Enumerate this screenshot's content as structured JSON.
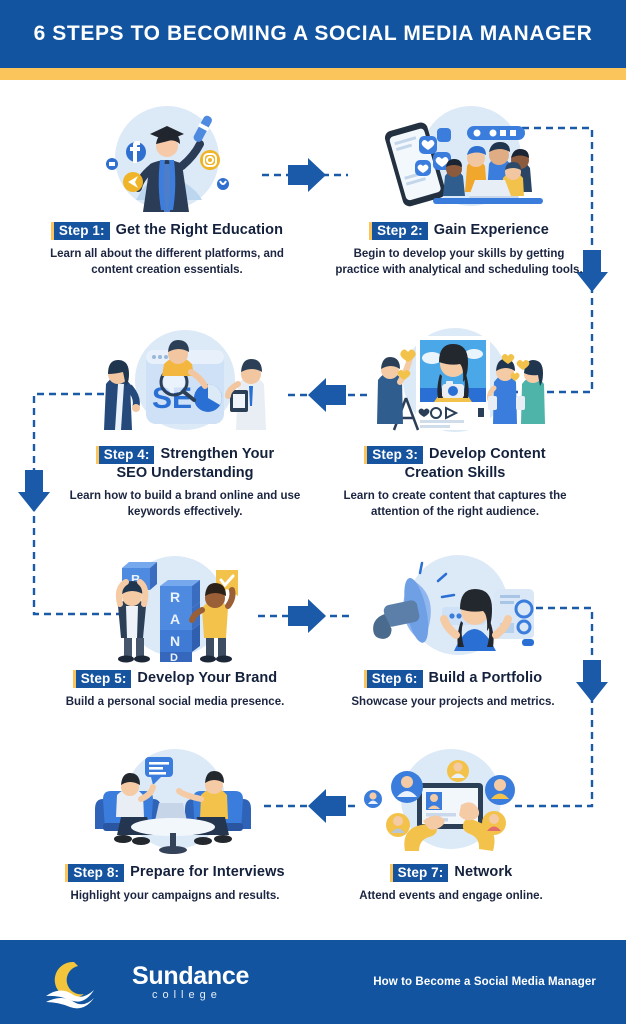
{
  "header": {
    "title": "6 STEPS TO BECOMING A SOCIAL MEDIA MANAGER",
    "bg_color": "#12549f",
    "accent_color": "#fbc55b"
  },
  "steps": [
    {
      "badge": "Step 1:",
      "title": "Get the Right Education",
      "title_line2": "",
      "desc": "Learn all about the different platforms, and content creation essentials.",
      "illustration": "graduate-with-diploma-and-social-icons"
    },
    {
      "badge": "Step 2:",
      "title": "Gain Experience",
      "title_line2": "",
      "desc": "Begin to develop your skills by getting practice with analytical and scheduling tools.",
      "illustration": "phone-with-likes-and-team-at-laptop"
    },
    {
      "badge": "Step 3:",
      "title": "Develop Content",
      "title_line2": "Creation Skills",
      "desc": "Learn to create content that captures the attention of the right audience.",
      "illustration": "social-post-frame-woman-with-camera"
    },
    {
      "badge": "Step 4:",
      "title": "Strengthen Your",
      "title_line2": "SEO Understanding",
      "desc": "Learn how to build a brand online and use keywords effectively.",
      "illustration": "seo-browser-magnifier-with-people"
    },
    {
      "badge": "Step 5:",
      "title": "Develop Your Brand",
      "title_line2": "",
      "desc": "Build a personal social media presence.",
      "illustration": "people-stacking-brand-blocks"
    },
    {
      "badge": "Step 6:",
      "title": "Build a Portfolio",
      "title_line2": "",
      "desc": "Showcase your projects and metrics.",
      "illustration": "megaphone-woman-with-ratings"
    },
    {
      "badge": "Step 7:",
      "title": "Network",
      "title_line2": "",
      "desc": "Attend events and engage online.",
      "illustration": "hands-tablet-profile-avatars"
    },
    {
      "badge": "Step 8:",
      "title": "Prepare for Interviews",
      "title_line2": "",
      "desc": "Highlight your campaigns and results.",
      "illustration": "two-people-armchairs-interview"
    }
  ],
  "flow": {
    "arrow_color": "#1a5aa8",
    "line_style": "dashed"
  },
  "footer": {
    "logo_name": "Sundance",
    "logo_subtitle": "college",
    "caption": "How to Become a Social Media Manager",
    "bg_color": "#12549f",
    "sun_color": "#f2c53d"
  }
}
